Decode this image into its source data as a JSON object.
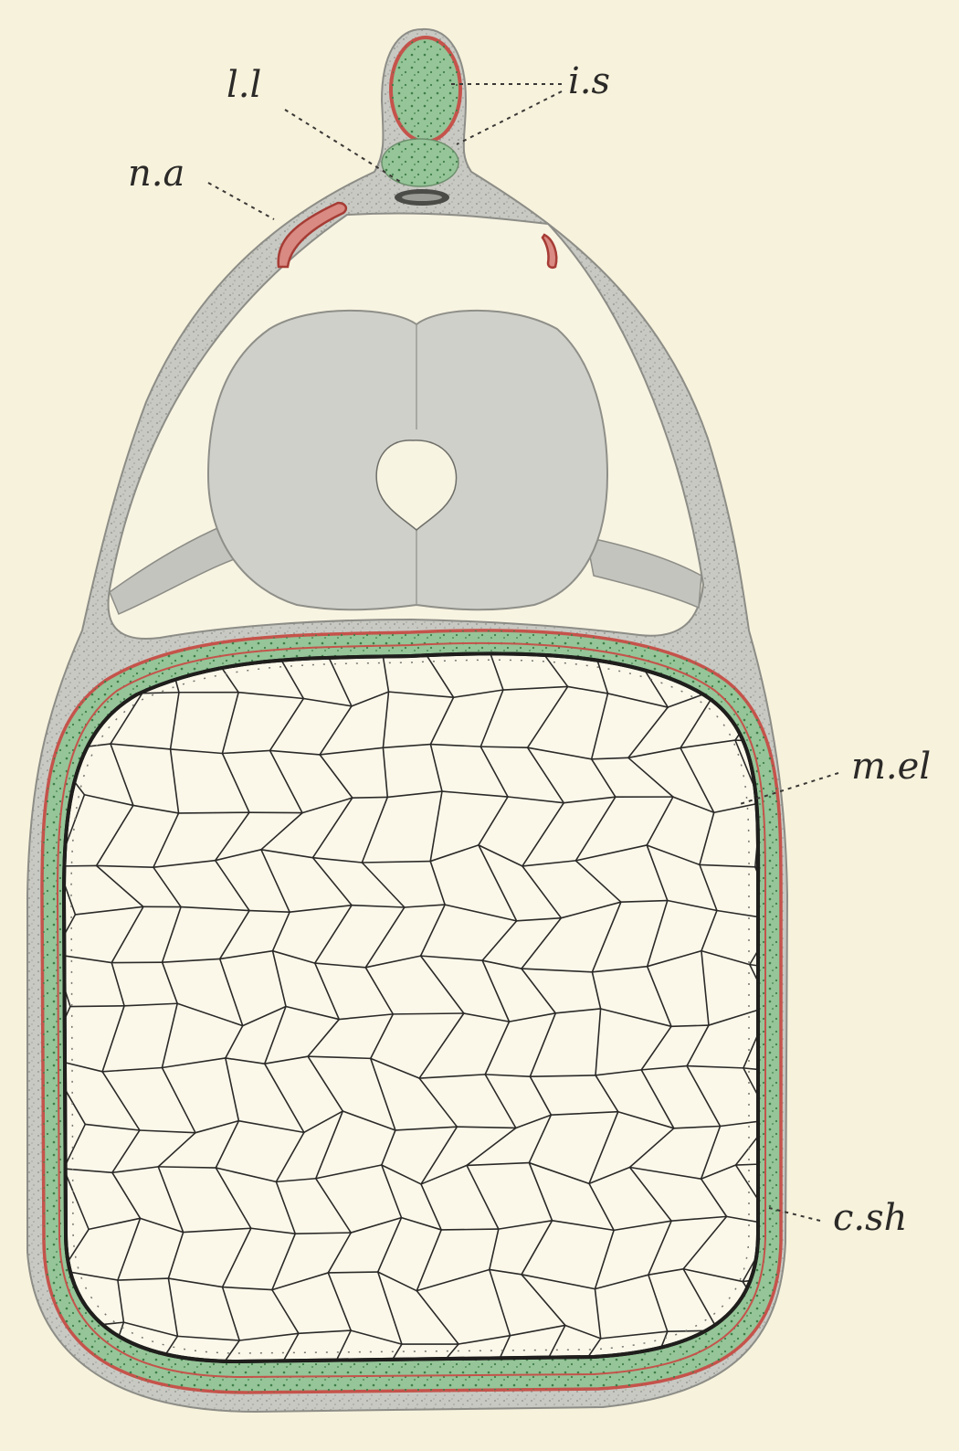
{
  "colors": {
    "paper": "#f7f2dc",
    "tissue_grey": "#c9c9c3",
    "tissue_dark": "#9c9c96",
    "sheath_green": "#95c598",
    "stipple_green": "#3f7e49",
    "elastica_red": "#c5534b",
    "cell_line": "#2b2a28",
    "ink": "#2b2a28"
  },
  "labels": {
    "ll": "l.l",
    "is": "i.s",
    "na": "n.a",
    "mel": "m.el",
    "csh": "c.sh"
  }
}
